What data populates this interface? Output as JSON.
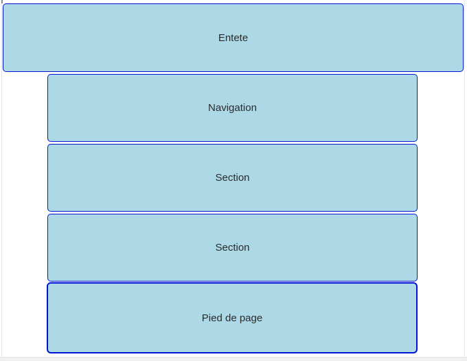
{
  "colors": {
    "box_fill": "#add8e6",
    "box_border": "#0014d6",
    "label_text": "#2b2b2b",
    "frame_line": "#e8e8e8",
    "bottom_strip": "#f1f1f1"
  },
  "blocks": [
    {
      "id": "entete",
      "label": "Entete"
    },
    {
      "id": "navigation",
      "label": "Navigation"
    },
    {
      "id": "section-1",
      "label": "Section"
    },
    {
      "id": "section-2",
      "label": "Section"
    },
    {
      "id": "pied-de-page",
      "label": "Pied de page"
    }
  ]
}
